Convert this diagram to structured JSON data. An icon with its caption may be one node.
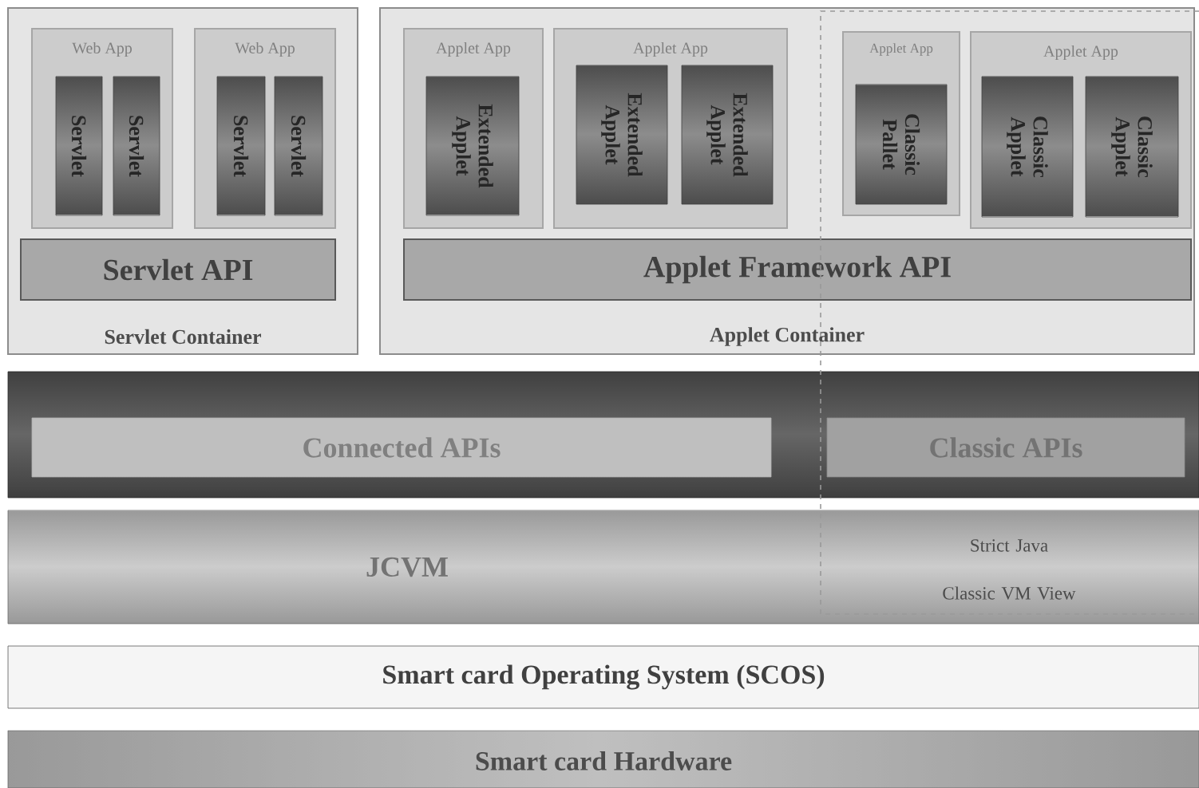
{
  "diagram": {
    "nodes": [
      {
        "text": [
          "Servlet Container"
        ]
      },
      {
        "text": [
          "Web App"
        ],
        "in": 0
      },
      {
        "text": [
          "Servlet"
        ],
        "in": 1
      },
      {
        "text": [
          "Servlet"
        ],
        "in": 1
      },
      {
        "text": [
          "Web App"
        ],
        "in": 0
      },
      {
        "text": [
          "Servlet"
        ],
        "in": 4
      },
      {
        "text": [
          "Servlet"
        ],
        "in": 4
      },
      {
        "text": [
          "Servlet API"
        ],
        "in": 0
      },
      {
        "text": [
          "Applet Container"
        ]
      },
      {
        "text": [
          "Applet App"
        ],
        "in": 8
      },
      {
        "text": [
          "Extended Applet"
        ],
        "in": 9
      },
      {
        "text": [
          "Applet App"
        ],
        "in": 8
      },
      {
        "text": [
          "Extended Applet"
        ],
        "in": 11
      },
      {
        "text": [
          "Extended Applet"
        ],
        "in": 11
      },
      {
        "text": [
          "Applet App"
        ],
        "in": 8
      },
      {
        "text": [
          "Classic Pallet"
        ],
        "in": 14
      },
      {
        "text": [
          "Applet App"
        ],
        "in": 8
      },
      {
        "text": [
          "Classic Applet"
        ],
        "in": 16
      },
      {
        "text": [
          "Classic Applet"
        ],
        "in": 16
      },
      {
        "text": [
          "Applet Framework API"
        ],
        "in": 8
      },
      {
        "text": [
          "Connected APIs"
        ]
      },
      {
        "text": [
          "Classic APIs"
        ]
      },
      {
        "text": [
          "JCVM"
        ]
      },
      {
        "text": [
          "Smart card Operating System (SCOS)"
        ]
      },
      {
        "text": [
          "Smart card Hardware"
        ]
      }
    ],
    "labels": [
      "Strict Java Classic VM View"
    ]
  }
}
